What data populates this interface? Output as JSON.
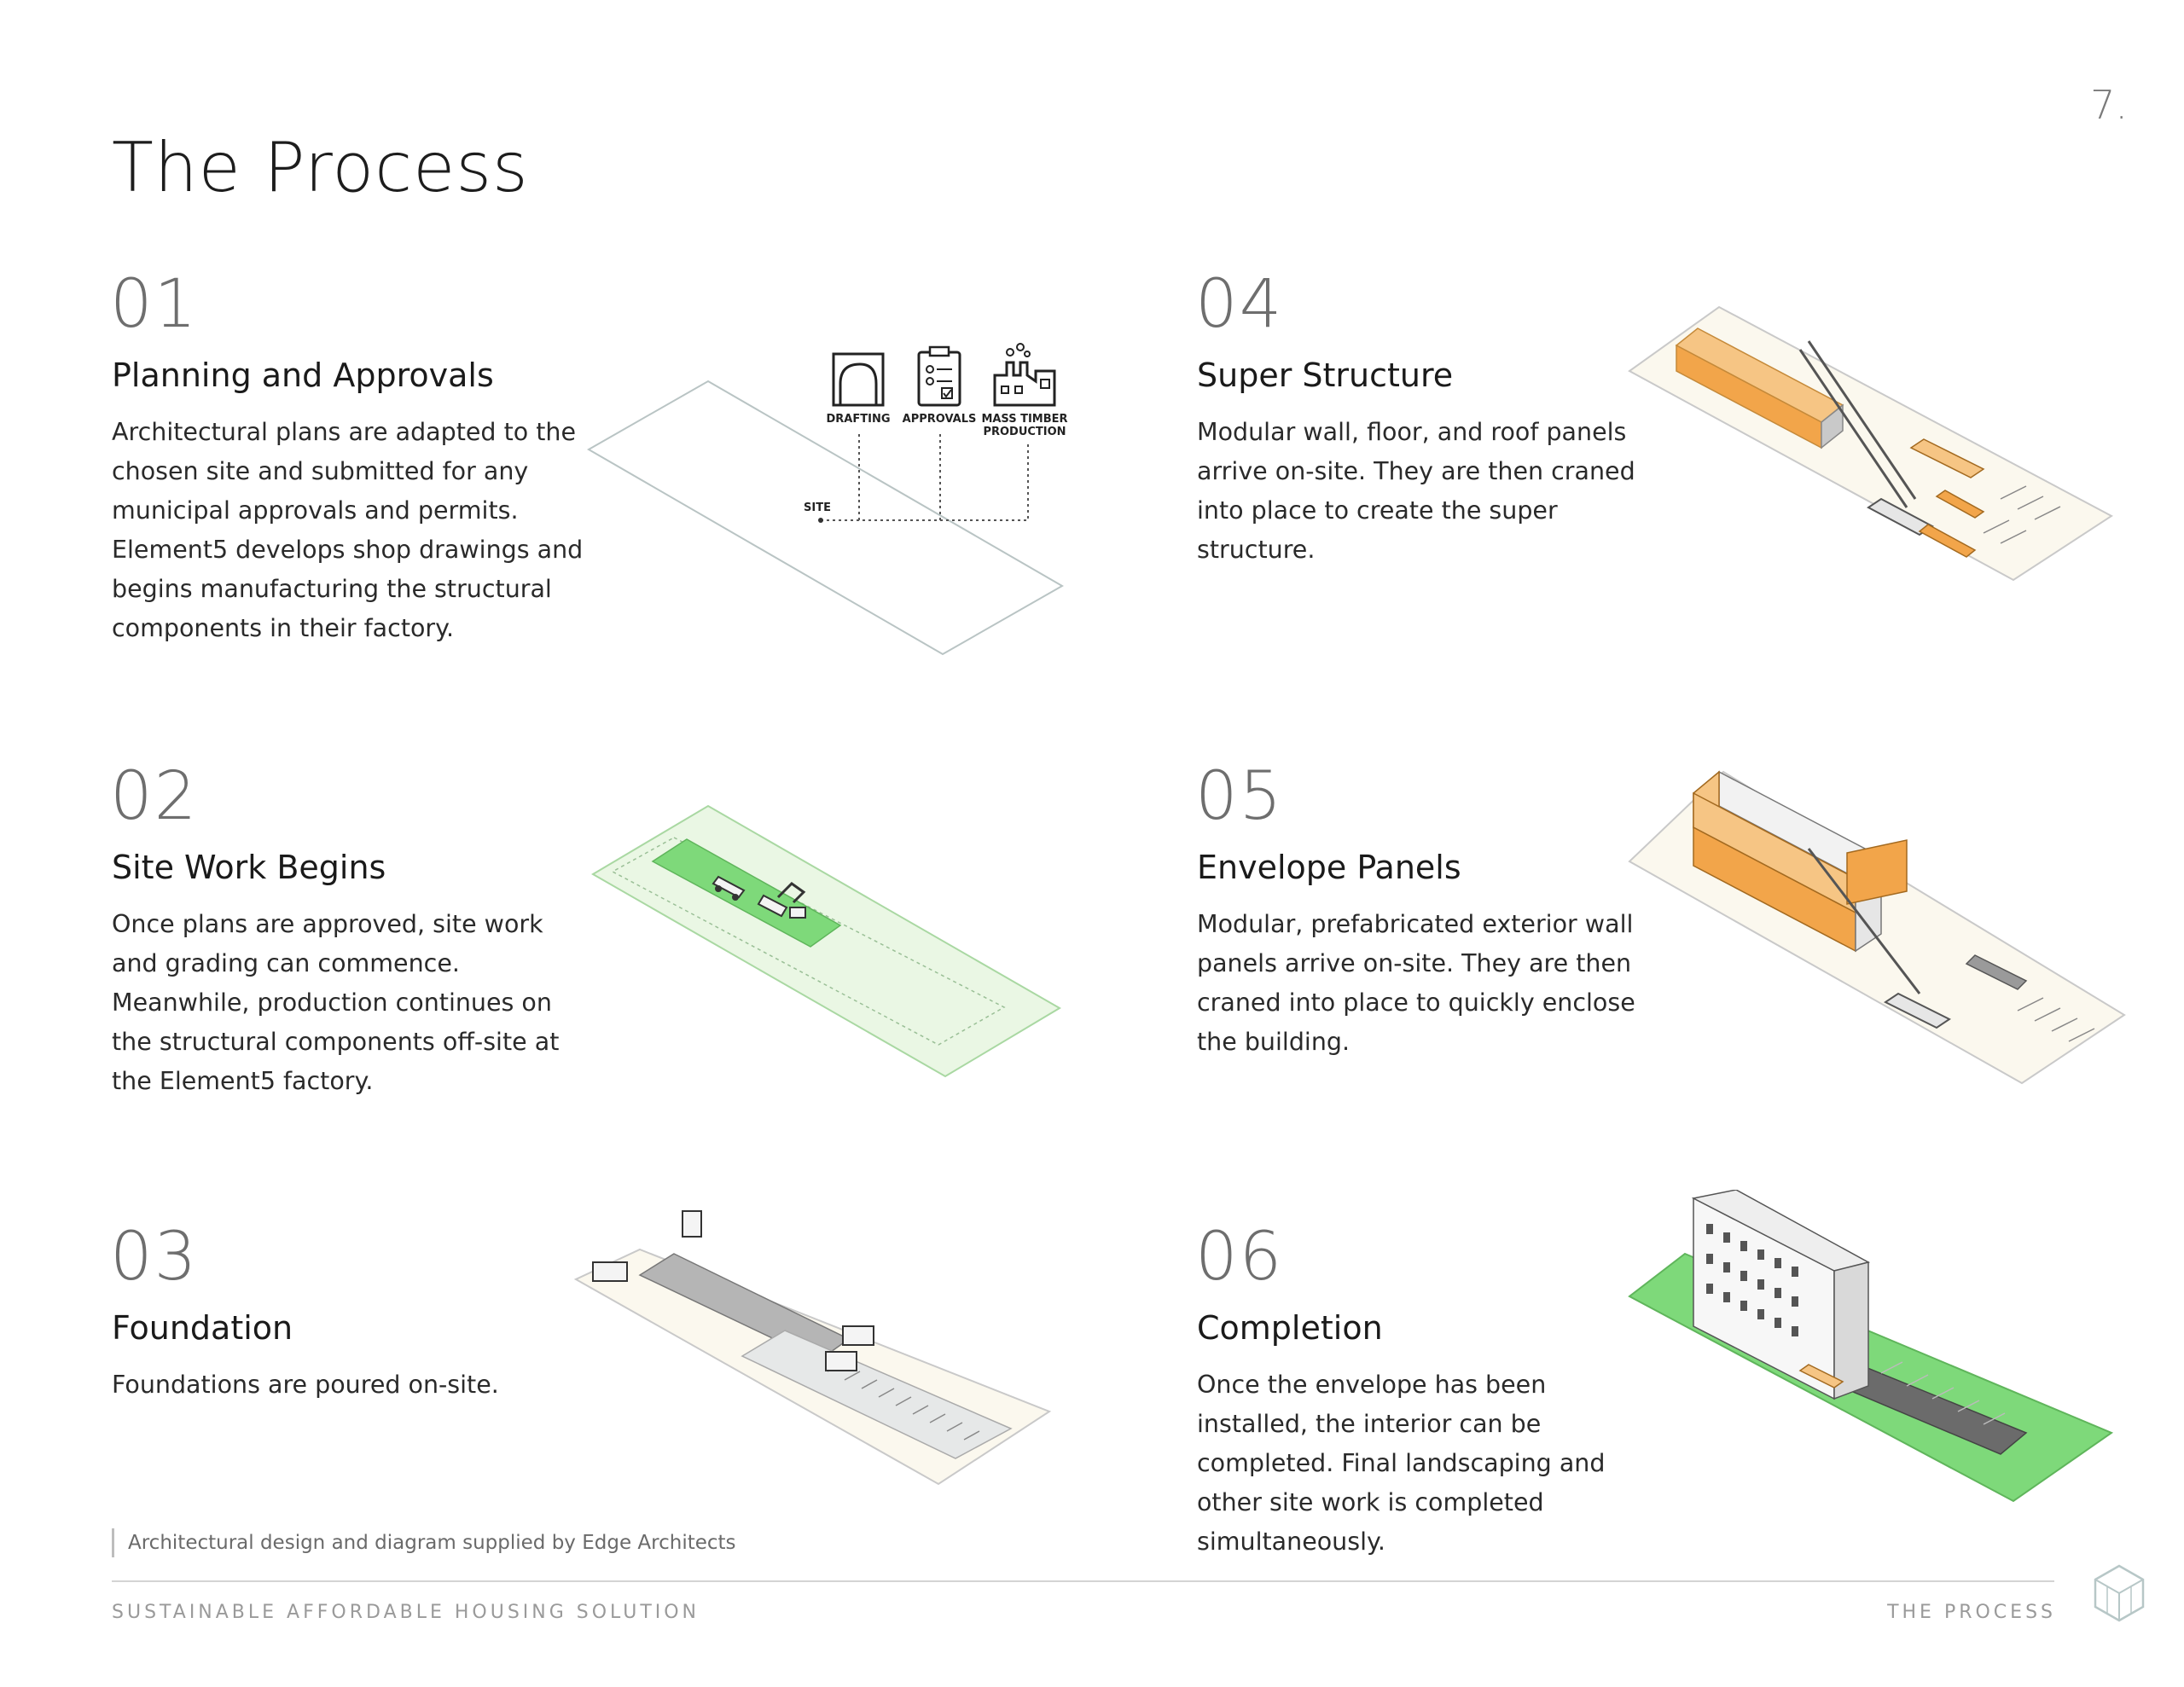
{
  "page": {
    "number": "7.",
    "title": "The Process"
  },
  "steps": [
    {
      "num": "01",
      "title": "Planning and Approvals",
      "desc": "Architectural plans are adapted to the chosen site and submitted for any municipal approvals and permits. Element5 develops shop drawings and begins manufacturing the structural components in their factory."
    },
    {
      "num": "02",
      "title": "Site Work Begins",
      "desc": "Once plans are approved, site work and grading can commence. Meanwhile, production continues on the structural components off-site at the Element5 factory."
    },
    {
      "num": "03",
      "title": "Foundation",
      "desc": "Foundations are poured on-site."
    },
    {
      "num": "04",
      "title": "Super Structure",
      "desc": "Modular wall, floor, and roof panels arrive on-site. They are then craned into place to create the super structure."
    },
    {
      "num": "05",
      "title": "Envelope Panels",
      "desc": "Modular, prefabricated exterior wall panels arrive on-site. They are then craned into place to quickly enclose the building."
    },
    {
      "num": "06",
      "title": "Completion",
      "desc": "Once the envelope has been installed, the interior can be completed. Final landscaping and other site work is completed simultaneously."
    }
  ],
  "diagram_labels": {
    "site": "SITE",
    "drafting": "DRAFTING",
    "approvals": "APPROVALS",
    "mass_timber_line1": "MASS TIMBER",
    "mass_timber_line2": "PRODUCTION"
  },
  "credit": "Architectural design and diagram supplied by Edge Architects",
  "footer": {
    "left": "SUSTAINABLE AFFORDABLE HOUSING SOLUTION",
    "right": "THE PROCESS"
  },
  "colors": {
    "green": "#7ed97a",
    "light_green": "#eaf7e4",
    "timber": "#f2a54a",
    "timber_light": "#f6c584",
    "site_cream": "#fbf8ee",
    "grey": "#bfbfbf",
    "dark_grey": "#6b6b6b"
  }
}
